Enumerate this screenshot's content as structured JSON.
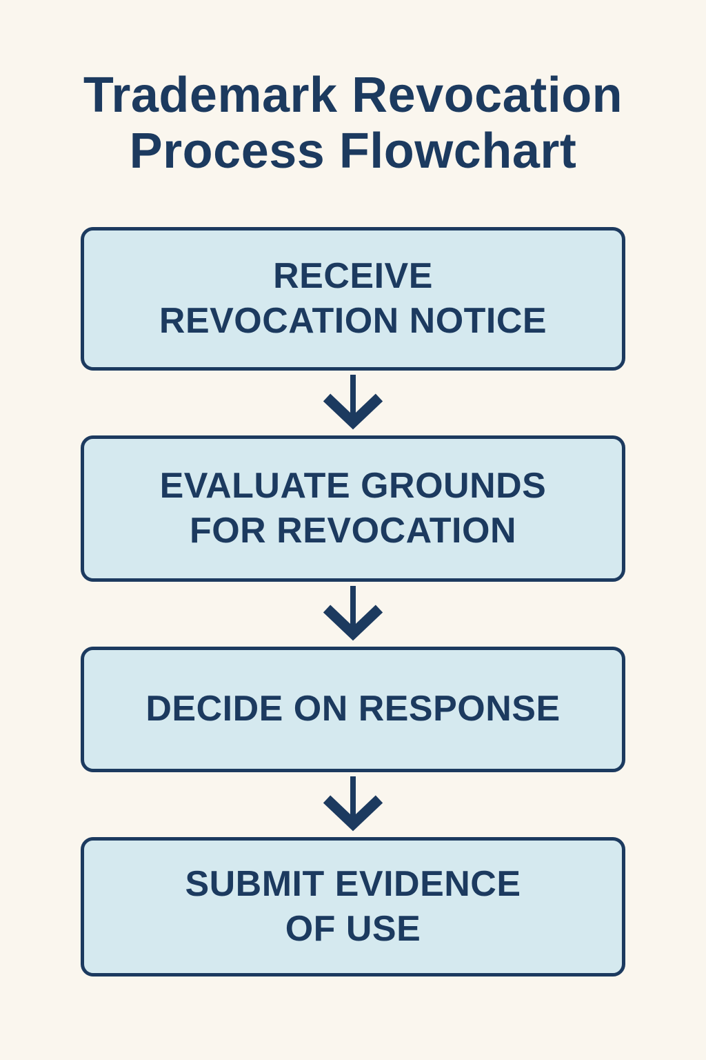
{
  "title": {
    "full": "Trademark Revocation Process Flowchart",
    "line1": "Trademark Revocation",
    "line2": "Process Flowchart"
  },
  "colors": {
    "background": "#FAF6EE",
    "box_fill": "#D5E9EF",
    "navy": "#1C3A5F"
  },
  "flowchart": {
    "connector_icon": "arrow-down",
    "steps": [
      {
        "label": "RECEIVE REVOCATION NOTICE",
        "line1": "RECEIVE",
        "line2": "REVOCATION NOTICE"
      },
      {
        "label": "EVALUATE GROUNDS FOR REVOCATION",
        "line1": "EVALUATE GROUNDS",
        "line2": "FOR REVOCATION"
      },
      {
        "label": "DECIDE ON RESPONSE",
        "line1": "DECIDE ON RESPONSE",
        "line2": ""
      },
      {
        "label": "SUBMIT EVIDENCE OF USE",
        "line1": "SUBMIT EVIDENCE",
        "line2": "OF USE"
      }
    ]
  }
}
